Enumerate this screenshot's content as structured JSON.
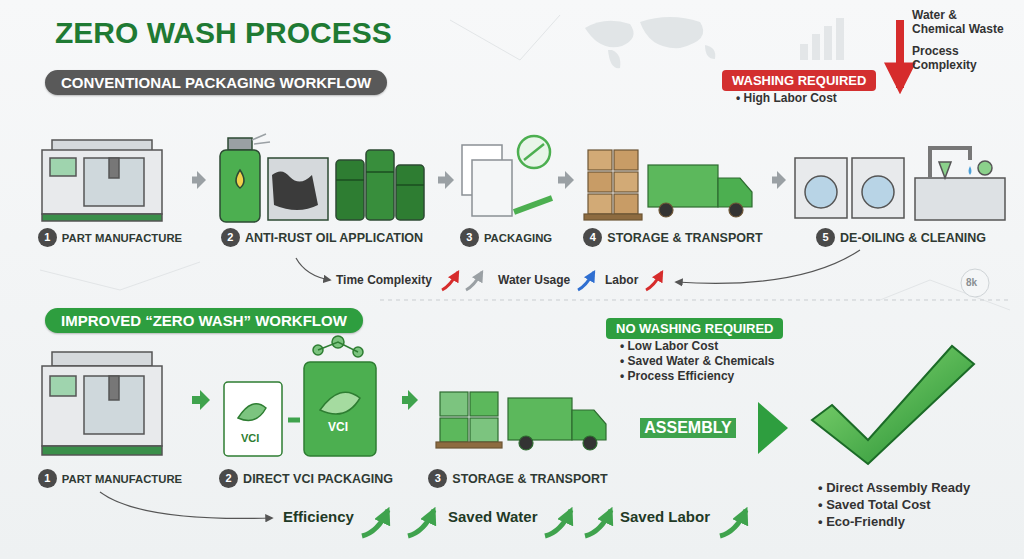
{
  "diagram": {
    "title": "ZERO WASH PROCESS",
    "nodes": [
      {
        "text": [
          "CONVENTIONAL PACKAGING WORKFLOW"
        ]
      },
      {
        "text": [
          "1",
          "PART MANUFACTURE"
        ]
      },
      {
        "text": [
          "2",
          "ANTI-RUST OIL APPLICATION"
        ]
      },
      {
        "text": [
          "3",
          "PACKAGING"
        ]
      },
      {
        "text": [
          "4",
          "STORAGE & TRANSPORT"
        ]
      },
      {
        "text": [
          "5",
          "DE-OILING & CLEANING"
        ]
      },
      {
        "text": [
          "WASHING REQUIRED",
          "• High Labor Cost"
        ]
      },
      {
        "text": [
          "IMPROVED “ZERO WASH” WORKFLOW"
        ]
      },
      {
        "text": [
          "1",
          "PART MANUFACTURE"
        ]
      },
      {
        "text": [
          "2",
          "DIRECT VCI PACKAGING"
        ]
      },
      {
        "text": [
          "3",
          "STORAGE & TRANSPORT"
        ]
      },
      {
        "text": [
          "NO WASHING REQUIRED",
          "• Low Labor Cost",
          "• Saved Water & Chemicals",
          "• Process Efficiency"
        ]
      },
      {
        "text": [
          "• Direct Assembly Ready",
          "• Saved Total Cost",
          "• Eco-Friendly"
        ]
      }
    ],
    "edges": [
      {
        "from": 1,
        "to": 2,
        "arrow": "to"
      },
      {
        "from": 2,
        "to": 3,
        "arrow": "to"
      },
      {
        "from": 3,
        "to": 4,
        "arrow": "to"
      },
      {
        "from": 4,
        "to": 5,
        "arrow": "to"
      },
      {
        "from": 8,
        "to": 9,
        "arrow": "to"
      },
      {
        "from": 9,
        "to": 10,
        "arrow": "to"
      },
      {
        "from": 10,
        "to": 12,
        "label": "ASSEMBLY",
        "arrow": "to"
      }
    ],
    "labels": [
      "Water & Chemical Waste",
      "Process Complexity",
      "Time Complexity",
      "Water Usage",
      "Labor",
      "VCI",
      "VCI",
      "Efficiency",
      "Saved Water",
      "Saved Labor",
      "8k"
    ]
  }
}
